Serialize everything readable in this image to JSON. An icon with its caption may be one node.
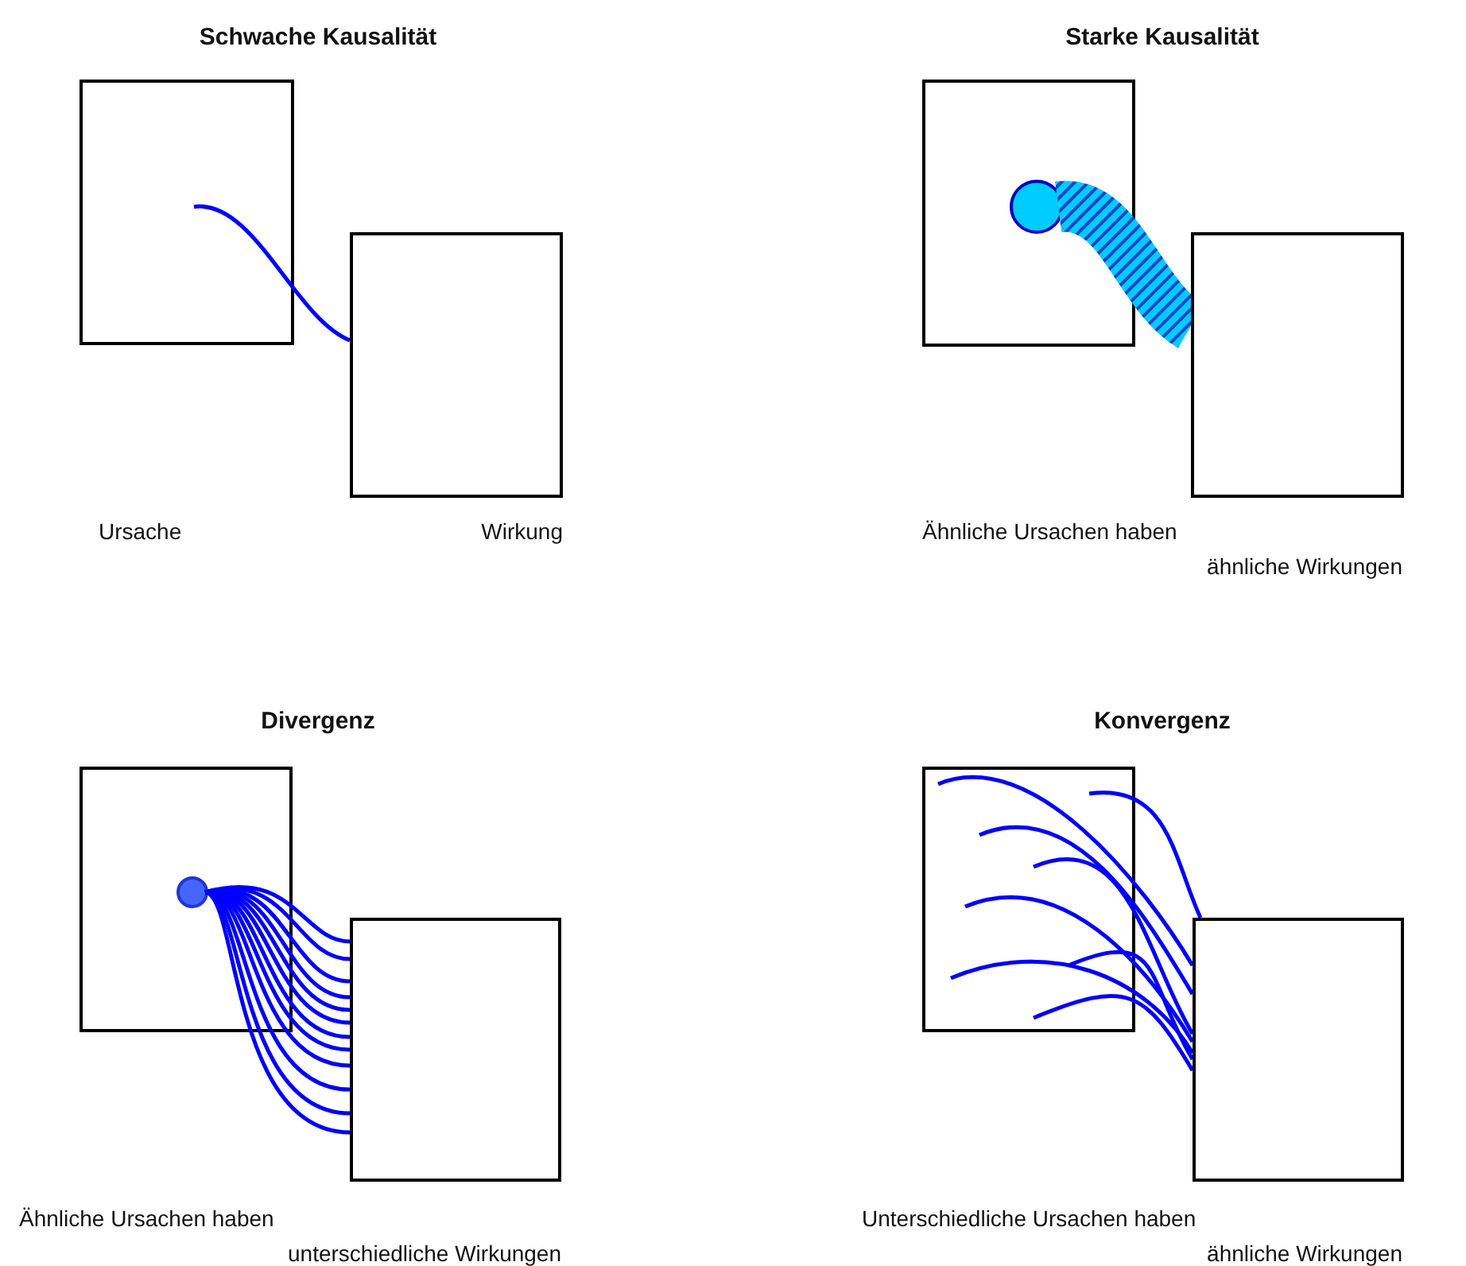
{
  "diagram": {
    "nodes": [
      {
        "text": [],
        "shape": "box"
      },
      {
        "text": [],
        "shape": "box"
      },
      {
        "text": [],
        "shape": "box"
      },
      {
        "text": [],
        "shape": "circle",
        "in": 2
      },
      {
        "text": [],
        "shape": "box"
      },
      {
        "text": [],
        "shape": "box"
      },
      {
        "text": [],
        "shape": "circle",
        "in": 5
      },
      {
        "text": [],
        "shape": "box"
      },
      {
        "text": [],
        "shape": "box"
      },
      {
        "text": [],
        "shape": "box"
      }
    ],
    "edges": [
      {
        "from": 0,
        "to": 1,
        "arrow": "none"
      },
      {
        "from": 3,
        "to": 4,
        "arrow": "none",
        "style": "thick",
        "color": "#00ccff"
      },
      {
        "from": 6,
        "to": 7,
        "arrow": "none"
      },
      {
        "from": 6,
        "to": 7,
        "arrow": "none"
      },
      {
        "from": 6,
        "to": 7,
        "arrow": "none"
      },
      {
        "from": 6,
        "to": 7,
        "arrow": "none"
      },
      {
        "from": 6,
        "to": 7,
        "arrow": "none"
      },
      {
        "from": 6,
        "to": 7,
        "arrow": "none"
      },
      {
        "from": 6,
        "to": 7,
        "arrow": "none"
      },
      {
        "from": 6,
        "to": 7,
        "arrow": "none"
      },
      {
        "from": 6,
        "to": 7,
        "arrow": "none"
      },
      {
        "from": 6,
        "to": 7,
        "arrow": "none"
      },
      {
        "from": 6,
        "to": 7,
        "arrow": "none"
      },
      {
        "from": 6,
        "to": 7,
        "arrow": "none"
      },
      {
        "from": 8,
        "to": 9,
        "arrow": "none"
      },
      {
        "from": 8,
        "to": 9,
        "arrow": "none"
      },
      {
        "from": 8,
        "to": 9,
        "arrow": "none"
      },
      {
        "from": 8,
        "to": 9,
        "arrow": "none"
      },
      {
        "from": 8,
        "to": 9,
        "arrow": "none"
      },
      {
        "from": 8,
        "to": 9,
        "arrow": "none"
      },
      {
        "from": 8,
        "to": 9,
        "arrow": "none"
      },
      {
        "from": 8,
        "to": 9,
        "arrow": "none"
      }
    ],
    "labels": [
      "Schwache Kausalität",
      "Starke Kausalität",
      "Ursache",
      "Wirkung",
      "Ähnliche Ursachen haben",
      "ähnliche Wirkungen",
      "Divergenz",
      "Konvergenz",
      "Ähnliche Ursachen haben",
      "unterschiedliche Wirkungen",
      "Unterschiedliche Ursachen haben",
      "ähnliche Wirkungen"
    ]
  }
}
